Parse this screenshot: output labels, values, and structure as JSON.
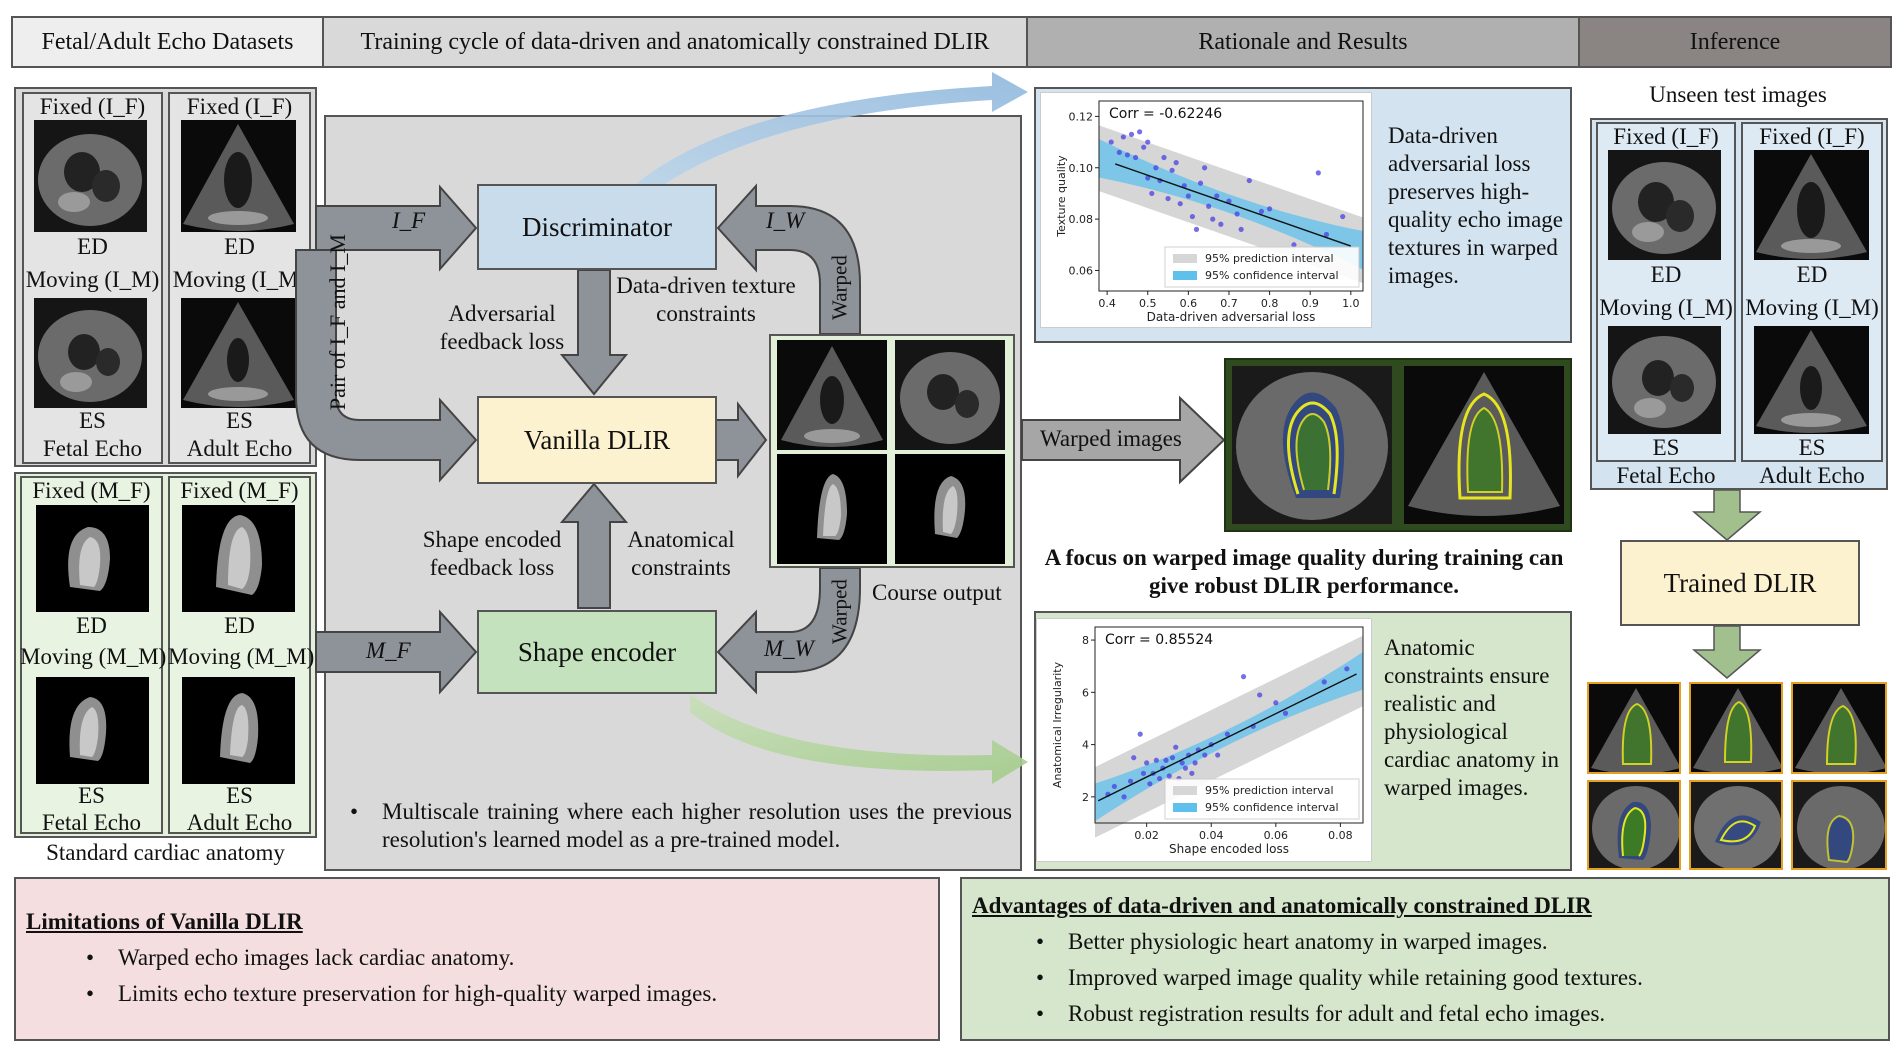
{
  "headers": {
    "datasets": "Fetal/Adult Echo Datasets",
    "training": "Training cycle of data-driven and anatomically constrained DLIR",
    "rationale": "Rationale and Results",
    "inference": "Inference"
  },
  "datasets": {
    "fetal": {
      "fixed": "Fixed (I_F)",
      "ed": "ED",
      "moving": "Moving (I_M)",
      "es": "ES",
      "caption": "Fetal Echo"
    },
    "adult": {
      "fixed": "Fixed (I_F)",
      "ed": "ED",
      "moving": "Moving (I_M)",
      "es": "ES",
      "caption": "Adult Echo"
    },
    "fetal_mask": {
      "fixed": "Fixed (M_F)",
      "ed": "ED",
      "moving": "Moving (M_M)",
      "es": "ES",
      "caption": "Fetal Echo"
    },
    "adult_mask": {
      "fixed": "Fixed (M_F)",
      "ed": "ED",
      "moving": "Moving (M_M)",
      "es": "ES",
      "caption": "Adult Echo"
    },
    "mask_caption": "Standard cardiac anatomy"
  },
  "training": {
    "discriminator": "Discriminator",
    "vanilla": "Vanilla DLIR",
    "shape_encoder": "Shape encoder",
    "adv_loss": "Adversarial feedback loss",
    "texture": "Data-driven texture constraints",
    "shape_loss": "Shape encoded feedback loss",
    "anat": "Anatomical constraints",
    "course_output": "Course output",
    "pair": "Pair of I_F and I_M",
    "i_f": "I_F",
    "m_f": "M_F",
    "i_w": "I_W",
    "m_w": "M_W",
    "warped_top": "Warped",
    "warped_bottom": "Warped",
    "note": "Multiscale training where each higher resolution uses the previous resolution's learned model as a pre-trained model."
  },
  "rationale": {
    "texture_text": "Data-driven adversarial loss preserves high-quality echo image textures in warped images.",
    "warped_images": "Warped images",
    "focus": "A focus on warped image quality during training can give robust DLIR performance.",
    "anat_text": "Anatomic constraints ensure realistic and physiological cardiac anatomy in warped images."
  },
  "inference": {
    "unseen": "Unseen test images",
    "fetal": {
      "fixed": "Fixed (I_F)",
      "ed": "ED",
      "moving": "Moving (I_M)",
      "es": "ES",
      "caption": "Fetal Echo"
    },
    "adult": {
      "fixed": "Fixed (I_F)",
      "ed": "ED",
      "moving": "Moving (I_M)",
      "es": "ES",
      "caption": "Adult Echo"
    },
    "trained": "Trained DLIR"
  },
  "limitations": {
    "title": "Limitations of Vanilla DLIR",
    "items": [
      "Warped echo images lack cardiac anatomy.",
      "Limits echo texture preservation for high-quality warped images."
    ]
  },
  "advantages": {
    "title": "Advantages of data-driven and anatomically constrained DLIR",
    "items": [
      "Better physiologic heart anatomy in warped images.",
      "Improved warped image quality while retaining good textures.",
      "Robust registration results for adult and fetal echo images."
    ]
  },
  "chart_data": [
    {
      "type": "scatter",
      "title": "",
      "corr_label": "Corr = -0.62246",
      "xlabel": "Data-driven adversarial loss",
      "ylabel": "Texture quality",
      "xlim": [
        0.38,
        1.03
      ],
      "ylim": [
        0.052,
        0.126
      ],
      "xticks": [
        0.4,
        0.5,
        0.6,
        0.7,
        0.8,
        0.9,
        1.0
      ],
      "yticks": [
        0.06,
        0.08,
        0.1,
        0.12
      ],
      "legend": [
        "95% prediction interval",
        "95% confidence interval"
      ],
      "legend_position": "lower-right",
      "fit": {
        "x": [
          0.42,
          1.0
        ],
        "y": [
          0.1015,
          0.0695
        ]
      },
      "x": [
        0.41,
        0.43,
        0.44,
        0.45,
        0.46,
        0.47,
        0.48,
        0.49,
        0.5,
        0.5,
        0.51,
        0.52,
        0.53,
        0.54,
        0.55,
        0.56,
        0.57,
        0.58,
        0.59,
        0.6,
        0.61,
        0.62,
        0.63,
        0.64,
        0.65,
        0.66,
        0.67,
        0.68,
        0.7,
        0.72,
        0.73,
        0.75,
        0.78,
        0.8,
        0.86,
        0.92,
        0.94,
        0.98
      ],
      "y": [
        0.11,
        0.106,
        0.112,
        0.105,
        0.113,
        0.104,
        0.114,
        0.108,
        0.096,
        0.11,
        0.09,
        0.1,
        0.095,
        0.104,
        0.088,
        0.099,
        0.102,
        0.086,
        0.093,
        0.089,
        0.081,
        0.076,
        0.094,
        0.1,
        0.085,
        0.08,
        0.089,
        0.078,
        0.087,
        0.082,
        0.076,
        0.095,
        0.083,
        0.084,
        0.07,
        0.098,
        0.074,
        0.081
      ]
    },
    {
      "type": "scatter",
      "title": "",
      "corr_label": "Corr = 0.85524",
      "xlabel": "Shape encoded loss",
      "ylabel": "Anatomical Irregularity",
      "xlim": [
        0.004,
        0.087
      ],
      "ylim": [
        1.0,
        8.5
      ],
      "xticks": [
        0.02,
        0.04,
        0.06,
        0.08
      ],
      "yticks": [
        2,
        4,
        6,
        8
      ],
      "legend": [
        "95% prediction interval",
        "95% confidence interval"
      ],
      "legend_position": "lower-right",
      "fit": {
        "x": [
          0.005,
          0.085
        ],
        "y": [
          1.85,
          6.7
        ]
      },
      "x": [
        0.008,
        0.01,
        0.013,
        0.015,
        0.016,
        0.018,
        0.019,
        0.02,
        0.021,
        0.022,
        0.023,
        0.024,
        0.025,
        0.026,
        0.027,
        0.028,
        0.029,
        0.03,
        0.031,
        0.032,
        0.033,
        0.034,
        0.035,
        0.036,
        0.038,
        0.04,
        0.042,
        0.045,
        0.05,
        0.053,
        0.055,
        0.06,
        0.063,
        0.075,
        0.082
      ],
      "y": [
        2.1,
        2.4,
        2.0,
        2.6,
        3.5,
        4.4,
        2.9,
        3.3,
        2.5,
        2.9,
        3.4,
        2.7,
        3.1,
        3.4,
        2.8,
        3.5,
        3.9,
        2.7,
        3.3,
        3.1,
        3.6,
        2.9,
        3.3,
        3.8,
        3.6,
        4.0,
        3.6,
        4.4,
        6.6,
        4.7,
        5.9,
        5.6,
        5.2,
        6.4,
        6.9
      ]
    }
  ],
  "colors": {
    "gray": "#d9d9d9",
    "lightblue": "#d3e3ef",
    "pink": "#f5dedf",
    "green": "#d6e6cc",
    "yellow": "#fdf2d0",
    "node_blue": "#c8dcec",
    "node_green": "#c3e2bd",
    "arrow": "#8e9399",
    "inf_hdr": "#8a8482"
  }
}
